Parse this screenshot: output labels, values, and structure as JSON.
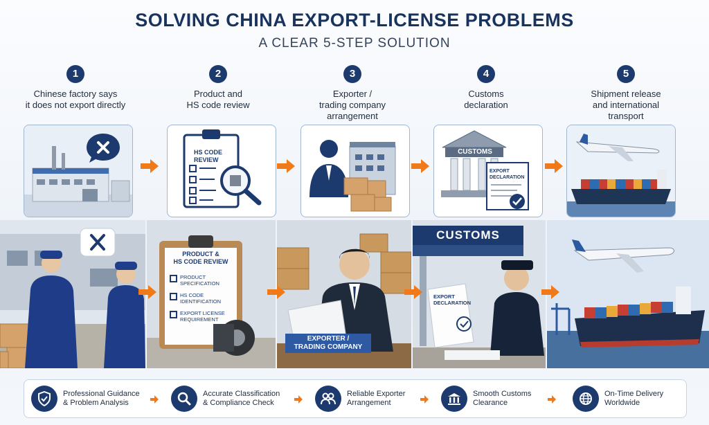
{
  "title": "SOLVING CHINA EXPORT-LICENSE PROBLEMS",
  "subtitle": "A CLEAR 5-STEP SOLUTION",
  "steps": [
    {
      "number": "1",
      "text": "Chinese factory says\nit does not export directly"
    },
    {
      "number": "2",
      "text": "Product and\nHS code review"
    },
    {
      "number": "3",
      "text": "Exporter /\ntrading company\narrangement"
    },
    {
      "number": "4",
      "text": "Customs\ndeclaration"
    },
    {
      "number": "5",
      "text": "Shipment release\nand international\ntransport"
    }
  ],
  "card_labels": {
    "hs_code_review": "HS CODE\nREVIEW",
    "customs": "CUSTOMS",
    "export_declaration": "EXPORT\nDECLARATION"
  },
  "photo_labels": {
    "clipboard_title": "PRODUCT &\nHS CODE REVIEW",
    "clipboard_items": [
      "PRODUCT\nSPECIFICATION",
      "HS CODE\nIDENTIFICATION",
      "EXPORT LICENSE\nREQUIREMENT"
    ],
    "exporter_sign": "EXPORTER /\nTRADING COMPANY",
    "customs_sign": "CUSTOMS",
    "export_declaration": "EXPORT\nDECLARATION"
  },
  "features": [
    {
      "icon": "shield-check-icon",
      "text": "Professional Guidance\n& Problem Analysis"
    },
    {
      "icon": "magnifier-icon",
      "text": "Accurate Classification\n& Compliance Check"
    },
    {
      "icon": "people-icon",
      "text": "Reliable Exporter\nArrangement"
    },
    {
      "icon": "bank-icon",
      "text": "Smooth Customs\nClearance"
    },
    {
      "icon": "globe-icon",
      "text": "On-Time Delivery\nWorldwide"
    }
  ],
  "colors": {
    "navy": "#1d3a6e",
    "accent_orange": "#f07a1a",
    "card_border": "#9fb6d3"
  }
}
